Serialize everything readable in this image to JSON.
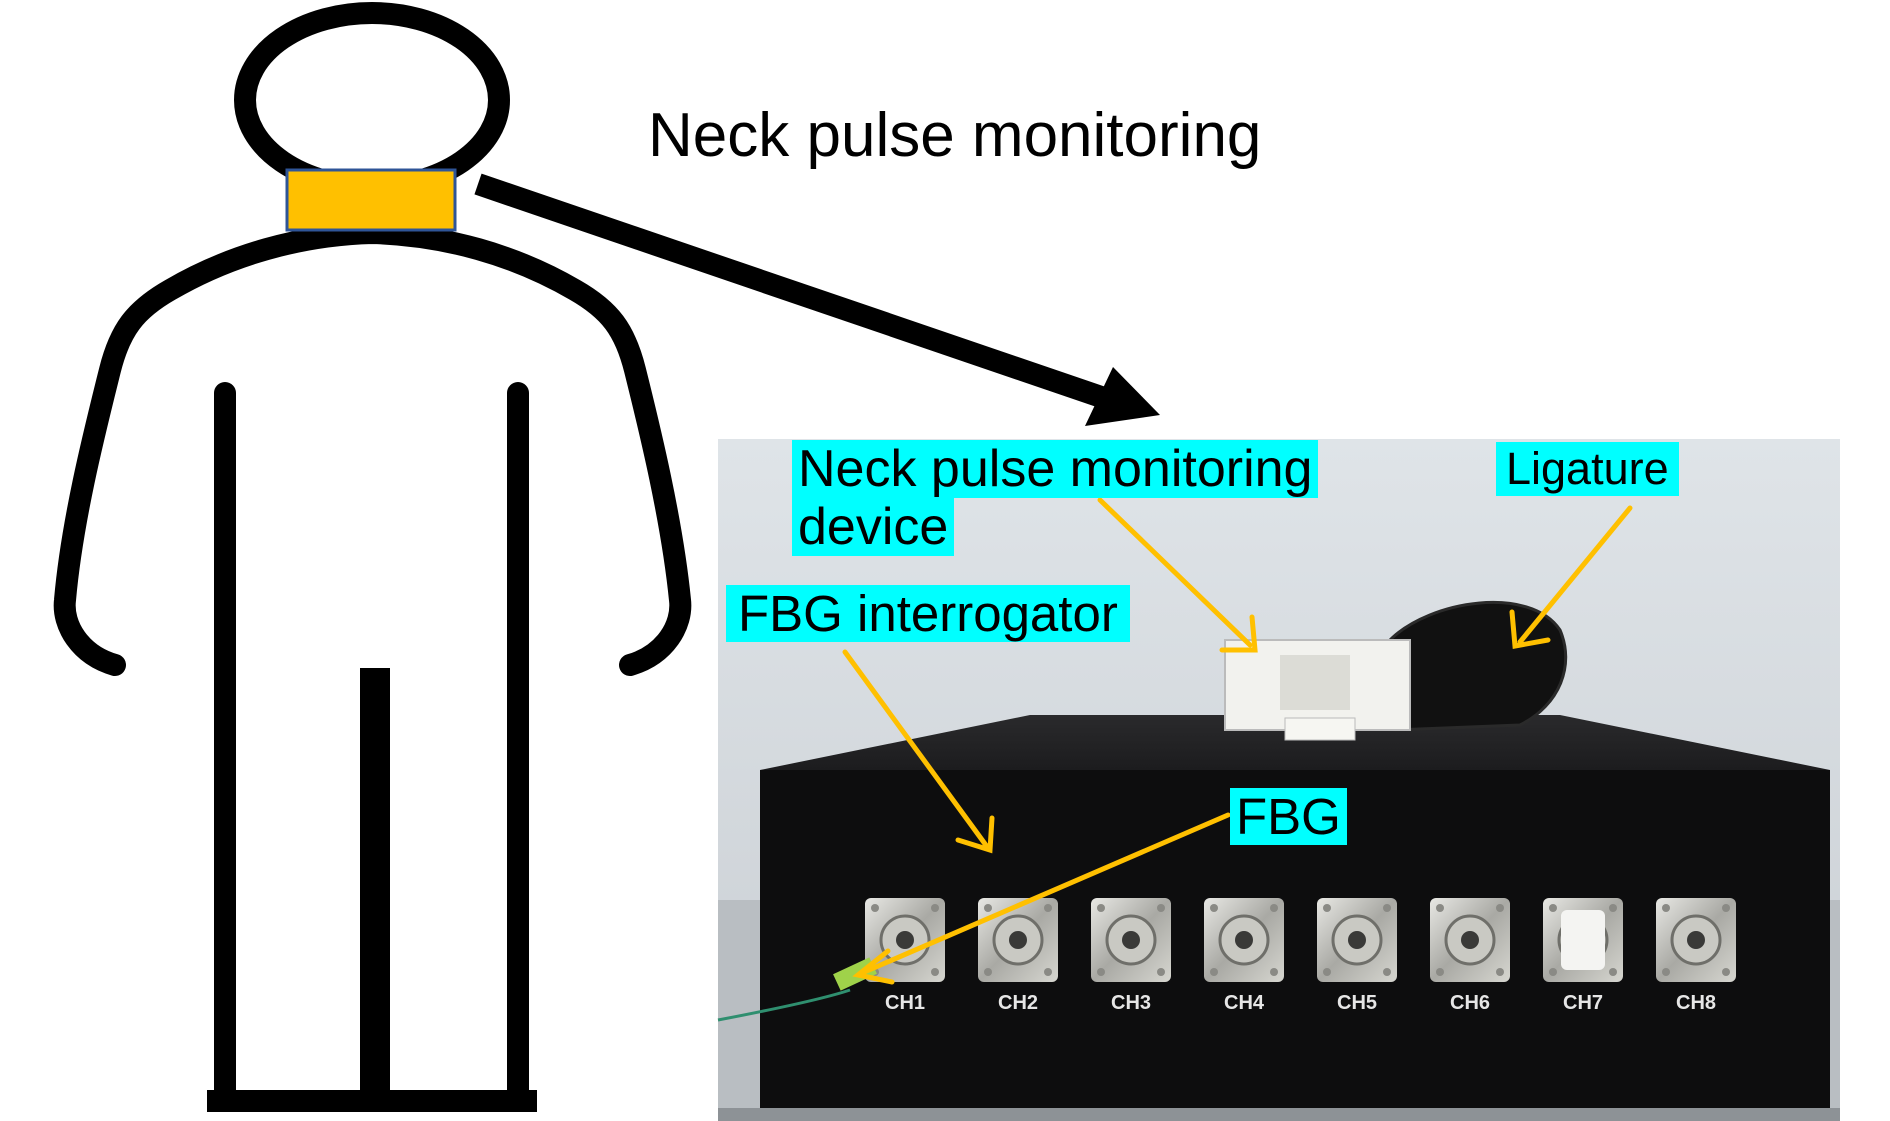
{
  "title": "Neck pulse monitoring",
  "callouts": {
    "device_line1": "Neck pulse monitoring",
    "device_line2": "device",
    "ligature": "Ligature",
    "interrogator": "FBG interrogator",
    "fbg": "FBG"
  },
  "channels": [
    "CH1",
    "CH2",
    "CH3",
    "CH4",
    "CH5",
    "CH6",
    "CH7",
    "CH8"
  ],
  "colors": {
    "figure_outline": "#000000",
    "neck_band": "#ffc000",
    "neck_band_border": "#2f5597",
    "callout_background": "#00ffff",
    "annotation_arrow": "#ffc000"
  }
}
